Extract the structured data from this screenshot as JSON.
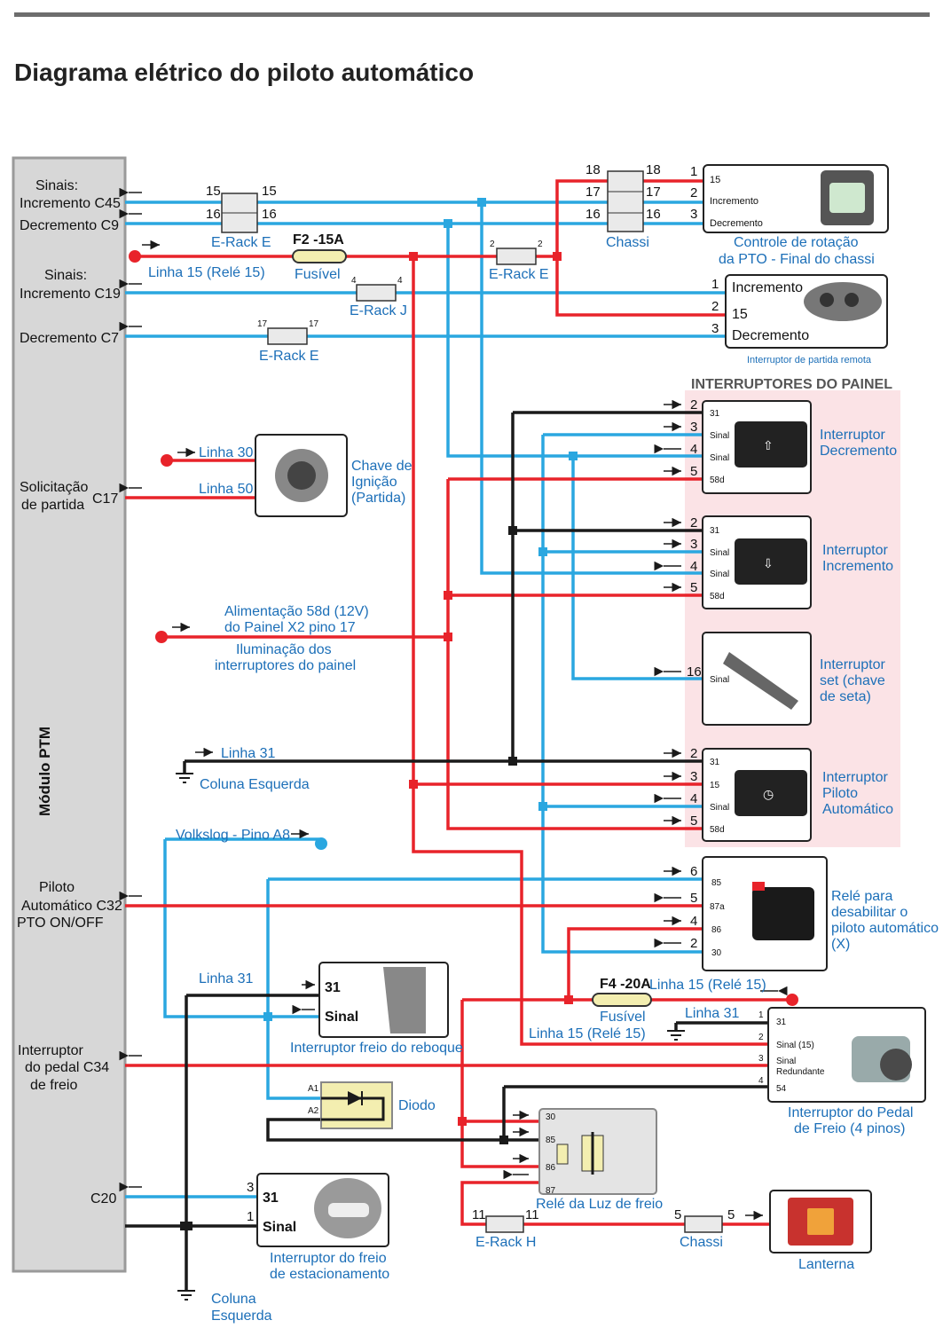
{
  "title": "Diagrama elétrico do piloto automático",
  "colors": {
    "red": "#e8232a",
    "blue": "#2aa7e0",
    "black": "#1a1a1a",
    "module": "#d7d7d7",
    "panel_bg": "#fbe3e6",
    "label_blue": "#1c6fb8"
  },
  "module": {
    "name": "Módulo PTM",
    "signals_1": "Sinais:",
    "incremento_c45": "Incremento C45",
    "decremento_c9": "Decremento  C9",
    "signals_2": "Sinais:",
    "incremento_c19": "Incremento C19",
    "decremento_c7": "Decremento C7",
    "solicitacao": "Solicitação",
    "de_partida": "de partida",
    "c17": "C17",
    "piloto": "Piloto",
    "automatico_c32": "Automático C32",
    "pto_onoff": "PTO ON/OFF",
    "interruptor": "Interruptor",
    "do_pedal_c34": "do pedal C34",
    "de_freio": "de freio",
    "c20": "C20"
  },
  "connectors": {
    "erack_e_top": "E-Rack E",
    "pin15": "15",
    "pin16": "16",
    "f2": "F2 -15A",
    "fusivel": "Fusível",
    "linha15_rele15": "Linha 15 (Relé 15)",
    "erack_e_2": "E-Rack E",
    "pin2": "2",
    "chassi_top": "Chassi",
    "pin18": "18",
    "pin17": "17",
    "erack_j": "E-Rack J",
    "pin4": "4",
    "erack_e_17": "E-Rack E",
    "erack_h": "E-Rack H",
    "pin11": "11",
    "chassi_bottom": "Chassi",
    "pin5": "5",
    "f4": "F4 -20A",
    "fusivel2": "Fusível",
    "linha15_rele15_b": "Linha 15 (Relé 15)",
    "linha15_rele15_c": "Linha 15 (Relé 15)"
  },
  "pto_control": {
    "p1": "1",
    "p2": "2",
    "p3": "3",
    "t15": "15",
    "incremento": "Incremento",
    "decremento": "Decremento",
    "caption1": "Controle de rotação",
    "caption2": "da PTO - Final do chassi"
  },
  "remote_switch": {
    "p1": "1",
    "p2": "2",
    "p3": "3",
    "incremento": "Incremento",
    "t15": "15",
    "decremento": "Decremento",
    "caption": "Interruptor de partida remota"
  },
  "ignition": {
    "linha30": "Linha 30",
    "linha50": "Linha 50",
    "caption1": "Chave de",
    "caption2": "Ignição",
    "caption3": "(Partida)"
  },
  "supply": {
    "line1": "Alimentação 58d (12V)",
    "line2": "do Painel X2 pino 17",
    "line3": "Iluminação dos",
    "line4": "interruptores do painel"
  },
  "ground": {
    "linha31": "Linha 31",
    "coluna_esquerda": "Coluna Esquerda",
    "coluna": "Coluna",
    "esquerda": "Esquerda"
  },
  "panel": {
    "title": "INTERRUPTORES DO PAINEL",
    "decremento": {
      "pins": [
        "2",
        "3",
        "4",
        "5"
      ],
      "labels": [
        "31",
        "Sinal",
        "Sinal",
        "58d"
      ],
      "caption1": "Interruptor",
      "caption2": "Decremento"
    },
    "incremento": {
      "pins": [
        "2",
        "3",
        "4",
        "5"
      ],
      "labels": [
        "31",
        "Sinal",
        "Sinal",
        "58d"
      ],
      "caption1": "Interruptor",
      "caption2": "Incremento"
    },
    "set": {
      "pin": "16",
      "label": "Sinal",
      "caption1": "Interruptor",
      "caption2": "set (chave",
      "caption3": "de seta)"
    },
    "piloto": {
      "pins": [
        "2",
        "3",
        "4",
        "5"
      ],
      "labels": [
        "31",
        "15",
        "Sinal",
        "58d"
      ],
      "caption1": "Interruptor",
      "caption2": "Piloto",
      "caption3": "Automático"
    }
  },
  "volkslog": "Volkslog - Pino A8",
  "relay_x": {
    "pins": [
      "6",
      "5",
      "4",
      "2"
    ],
    "labels": [
      "85",
      "87a",
      "86",
      "30"
    ],
    "caption1": "Relé para",
    "caption2": "desabilitar o",
    "caption3": "piloto automático",
    "caption4": "(X)"
  },
  "trailer_brake": {
    "linha31": "Linha 31",
    "t31": "31",
    "sinal": "Sinal",
    "caption": "Interruptor freio do reboque"
  },
  "diode": {
    "a1": "A1",
    "a2": "A2",
    "label": "Diodo"
  },
  "brake_pedal": {
    "linha31": "Linha 31",
    "pins": [
      "1",
      "2",
      "3",
      "4"
    ],
    "labels": [
      "31",
      "Sinal (15)",
      "Sinal",
      "54"
    ],
    "redundante": "Redundante",
    "caption1": "Interruptor do Pedal",
    "caption2": "de Freio (4 pinos)"
  },
  "brake_relay": {
    "pins": [
      "30",
      "85",
      "86",
      "87"
    ],
    "caption": "Relé da Luz de freio"
  },
  "parking": {
    "p3": "3",
    "p1": "1",
    "t31": "31",
    "sinal": "Sinal",
    "caption1": "Interruptor do freio",
    "caption2": "de estacionamento"
  },
  "lamp": {
    "caption": "Lanterna"
  }
}
